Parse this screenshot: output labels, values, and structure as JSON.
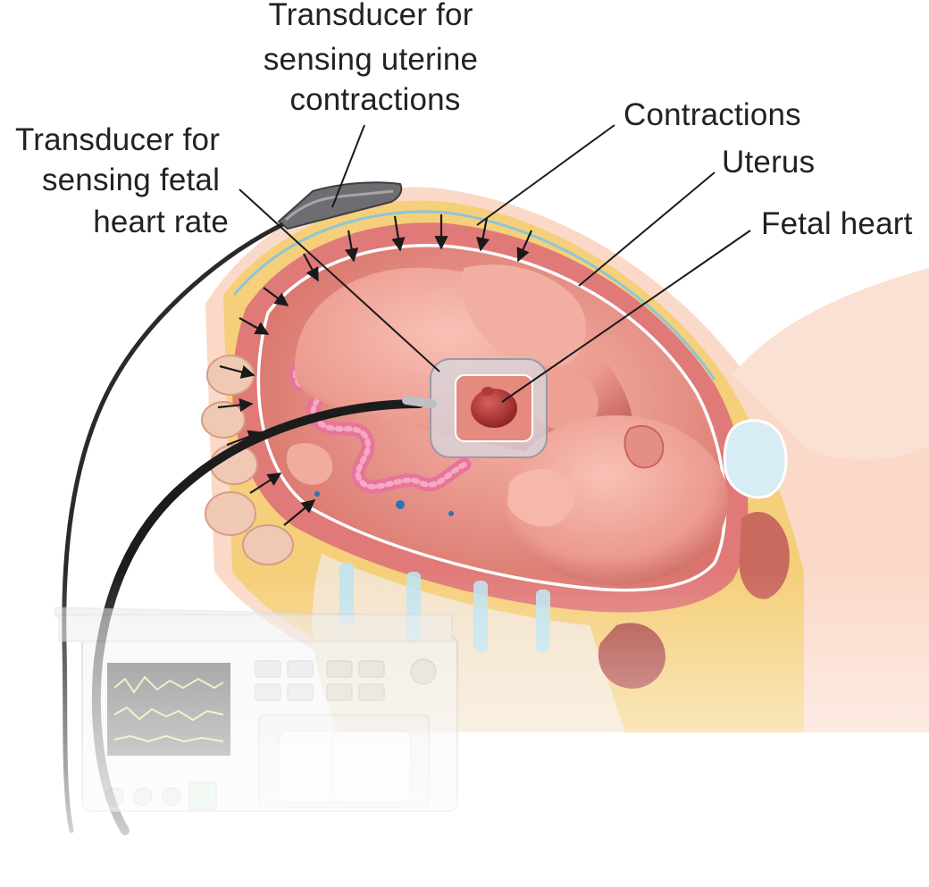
{
  "labels": {
    "uterine_transducer": [
      "Transducer for",
      "sensing uterine",
      "contractions"
    ],
    "fetal_hr_transducer": [
      "Transducer for",
      "sensing fetal",
      "heart rate"
    ],
    "contractions": "Contractions",
    "uterus": "Uterus",
    "fetal_heart": "Fetal heart"
  },
  "colors": {
    "uterine_wall": "#e07a78",
    "uterine_cavity": "#f2a79d",
    "fetus_skin": "#f0a49a",
    "fetus_shadow": "#c85f5a",
    "fat_layer": "#f5cf7a",
    "skin": "#fbd9c8",
    "cord": "#e8749a",
    "cable": "#333333",
    "monitor_faded": "#eeeeee",
    "screen": "#111111",
    "trace": "#e8e26a",
    "leader_line": "#1a1a1a"
  }
}
